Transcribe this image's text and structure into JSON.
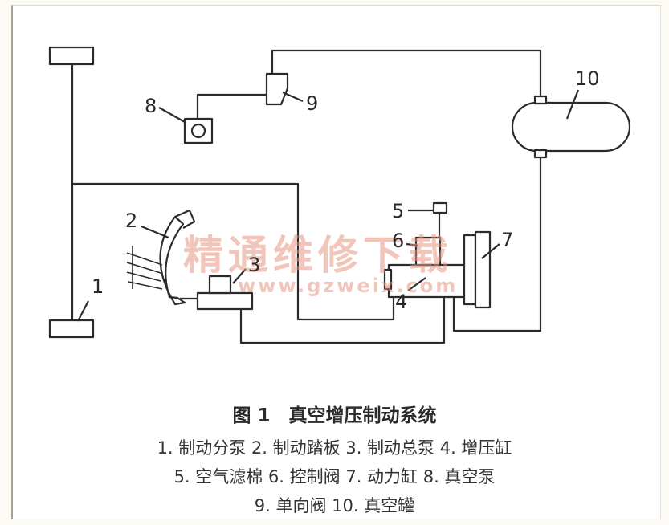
{
  "figure": {
    "title": "图 1　真空增压制动系统",
    "legend_lines": [
      "1. 制动分泵  2. 制动踏板  3. 制动总泵  4. 增压缸",
      "5. 空气滤棉  6. 控制阀  7. 动力缸  8. 真空泵",
      "9. 单向阀  10. 真空罐"
    ]
  },
  "labels": [
    {
      "id": "1",
      "text": "1"
    },
    {
      "id": "2",
      "text": "2"
    },
    {
      "id": "3",
      "text": "3"
    },
    {
      "id": "4",
      "text": "4"
    },
    {
      "id": "5",
      "text": "5"
    },
    {
      "id": "6",
      "text": "6"
    },
    {
      "id": "7",
      "text": "7"
    },
    {
      "id": "8",
      "text": "8"
    },
    {
      "id": "9",
      "text": "9"
    },
    {
      "id": "10",
      "text": "10"
    }
  ],
  "watermark": {
    "text_cn": "精通维修下载",
    "text_url": "www.gzweix.com"
  },
  "colors": {
    "line": "#2b2b2b",
    "watermark": "#e89682"
  }
}
